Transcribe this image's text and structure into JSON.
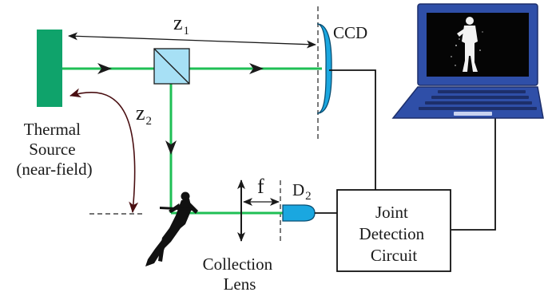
{
  "labels": {
    "z1_main": "z",
    "z1_sub": "1",
    "z2_main": "z",
    "z2_sub": "2",
    "ccd": "CCD",
    "source_line1": "Thermal",
    "source_line2": "Source",
    "source_line3": "(near-field)",
    "f": "f",
    "d2_main": "D",
    "d2_sub": "2",
    "lens_line1": "Collection",
    "lens_line2": "Lens",
    "circuit_line1": "Joint",
    "circuit_line2": "Detection",
    "circuit_line3": "Circuit"
  },
  "colors": {
    "beam": "#1fbf55",
    "source": "#0fa36b",
    "splitter_fill": "#a7e0f5",
    "ccd_fill": "#1aa7e0",
    "detector_fill": "#1aa7e0",
    "laptop_body": "#2f4fa8",
    "laptop_dark": "#1d2f6b",
    "wire": "#111111",
    "curve_arrow": "#4a0f12"
  },
  "icons": {
    "object": "soldier-silhouette-icon",
    "screen_image": "soldier-ghost-image-icon"
  }
}
